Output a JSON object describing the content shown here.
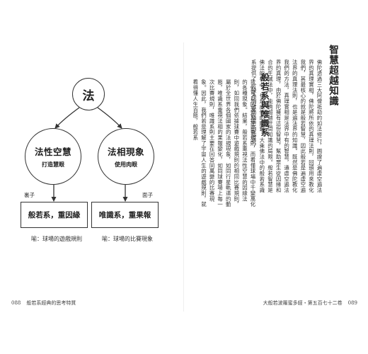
{
  "diagram": {
    "top_node": "法",
    "left_node": {
      "title": "法性空慧",
      "subtitle": "打造慧眼"
    },
    "right_node": {
      "title": "法相現象",
      "subtitle": "使用肉眼"
    },
    "left_side_label": "裏子",
    "right_side_label": "面子",
    "left_box": "般若系，重因緣",
    "right_box": "唯識系，重果報",
    "left_caption": "喻：球場的遊戲規則",
    "right_caption": "喻：球場的比賽現象"
  },
  "footer_left": {
    "page": "088",
    "text": "般若系經典的思考特質"
  },
  "footer_right": {
    "text": "大般若波羅蜜多經・第五百七十二卷",
    "page": "089"
  },
  "section1": {
    "title": "智慧超越知識",
    "body": "佛陀透過三大阿僧祇劫的如法修行，圓證了遍虛空遍法界的真理實相，佛陀將所依的真理法則，回頭用來教化我們，其最核心的就是般若智慧，因此般若是遍虛空遍法界的真理法則，也是遍法界的知識。既然是佛陀教化我們的方法，真理實相是法界中有的智慧，通虛空遍法界的真理，由於佛陀擁有這份智慧，幫助眾生從因緣和合的生滅法中，能夠超越世間知識的局限。般若智慧是佛法的核心，也是成佛的關鍵，大乘佛法中的般若系識系提供了一般為明確而精密的指導。"
  },
  "section2": {
    "title": "般若系與唯識系",
    "body": "我們可以因為依據比賽規則，而看懂球場中千變萬化的各種現象。結果，般若系重視法性空慧的因緣法則，如同我們依據球賽中遊戲規則的相同比賽規則，屬於全世界各個國家的法規現象，如同行星軌道的動態，唯識系重視法相的果報變化，如同球賽場上每一次比賽規則，唯識系則主要在回答同萬變的比賽現象。因此，我們若是理解了宇宙人生的遊戲規則，就看得懂人生百態，般若系"
  }
}
